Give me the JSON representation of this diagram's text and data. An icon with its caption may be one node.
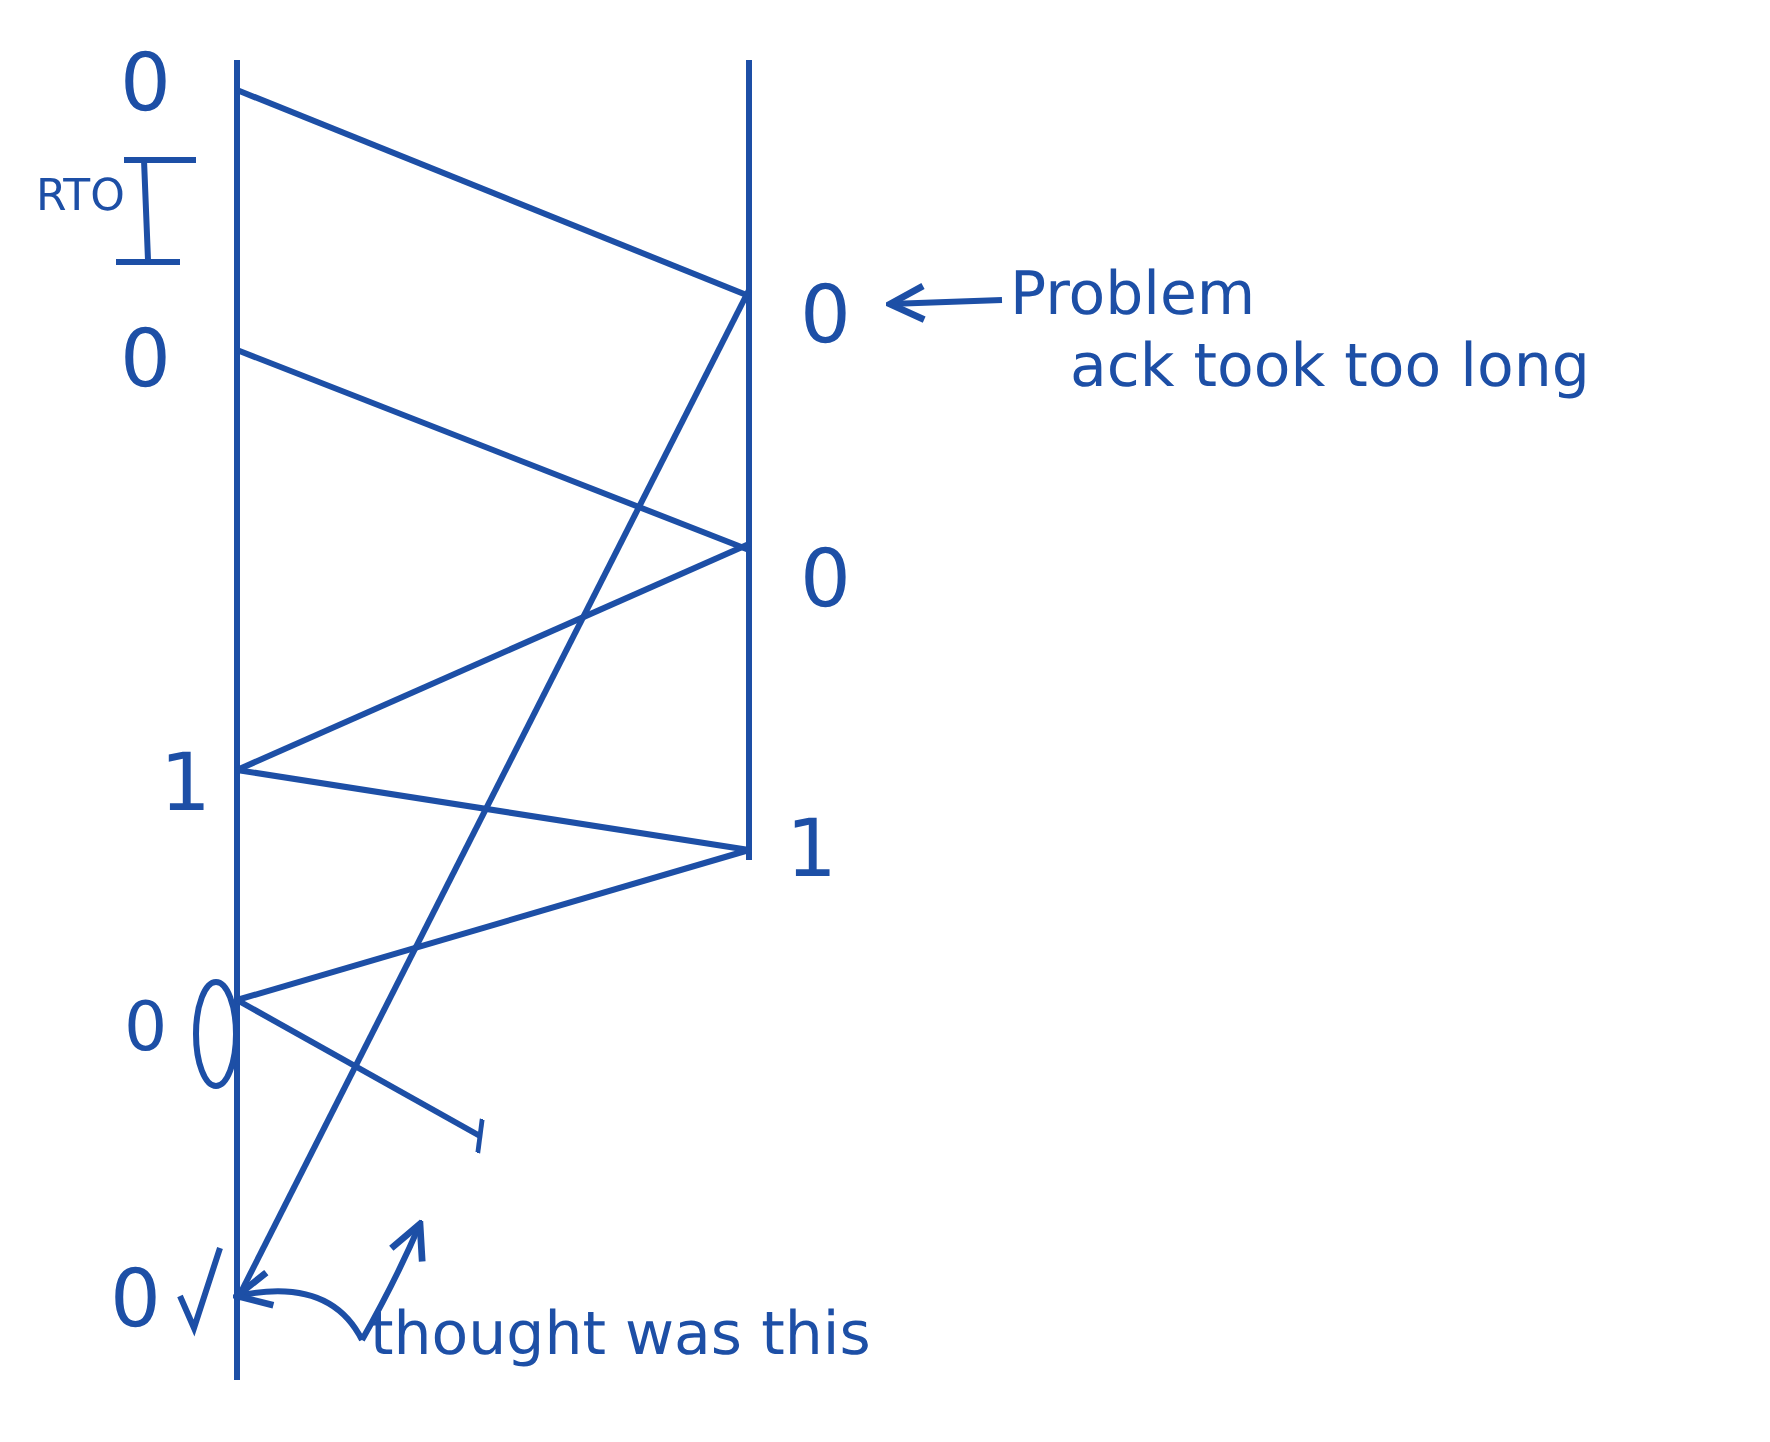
{
  "diagram": {
    "nodes": [
      {
        "text": [],
        "shape": "bar"
      },
      {
        "text": [],
        "shape": "bar"
      },
      {
        "text": [
          "Problem",
          "ack took too long"
        ]
      },
      {
        "text": [
          "thought was this"
        ]
      }
    ],
    "edges": [
      {
        "from": 0,
        "to": 1,
        "arrow": "none"
      },
      {
        "from": 0,
        "to": 1,
        "arrow": "none"
      },
      {
        "from": 1,
        "to": 0,
        "arrow": "none"
      },
      {
        "from": 0,
        "to": 1,
        "arrow": "none"
      },
      {
        "from": 1,
        "to": 0,
        "arrow": "none"
      },
      {
        "from": 0,
        "to": null,
        "arrow": "other"
      },
      {
        "from": 1,
        "to": 0,
        "arrow": "none"
      },
      {
        "from": 2,
        "to": null,
        "arrow": "to"
      },
      {
        "from": 3,
        "to": 0,
        "arrow": "to"
      },
      {
        "from": 3,
        "to": null,
        "arrow": "to"
      }
    ],
    "labels": [
      "0",
      "RTO",
      "0",
      "0",
      "0",
      "1",
      "1",
      "0",
      "0"
    ]
  }
}
